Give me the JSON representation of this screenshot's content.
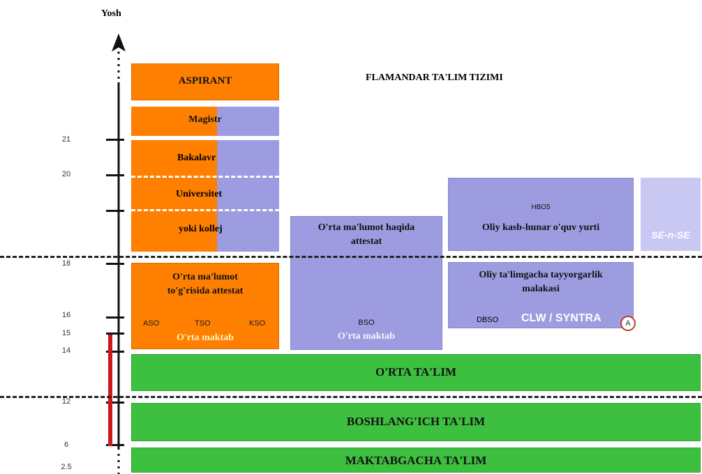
{
  "axis": {
    "label": "Yosh",
    "ticks": [
      "21",
      "20",
      "18",
      "16",
      "15",
      "14",
      "12",
      "6",
      "2.5"
    ]
  },
  "title": "FLAMANDAR TA'LIM TIZIMI",
  "higher": {
    "aspirant": "ASPIRANT",
    "magistr": "Magistr",
    "bakalavr": "Bakalavr",
    "universitet": "Universitet",
    "kollej": "yoki kollej"
  },
  "secondary_general": {
    "title_line1": "O'rta ma'lumot",
    "title_line2": "to'g'risida attestat",
    "tracks": [
      "ASO",
      "TSO",
      "KSO"
    ],
    "school": "O'rta maktab"
  },
  "secondary_vocational": {
    "title_line1": "O'rta ma'lumot haqida",
    "title_line2": "attestat",
    "track": "BSO",
    "school": "O'rta maktab"
  },
  "hbo": {
    "code": "HBO5",
    "name": "Oliy kasb-hunar o'quv yurti"
  },
  "prep": {
    "title_line1": "Oliy ta'limgacha tayyorgarlik",
    "title_line2": "malakasi",
    "code": "DBSO",
    "provider": "CLW / SYNTRA",
    "badge": "A"
  },
  "se": {
    "label": "SE-n-SE"
  },
  "bands": {
    "middle": "O'RTA TA'LIM",
    "primary": "BOSHLANG'ICH TA'LIM",
    "preschool": "MAKTABGACHA TA'LIM"
  },
  "colors": {
    "orange": "#ff7f00",
    "violet": "#9d9ce0",
    "green": "#3dbf3f",
    "lilac": "#c8c8f2",
    "red_bar": "#cc1a1a"
  }
}
